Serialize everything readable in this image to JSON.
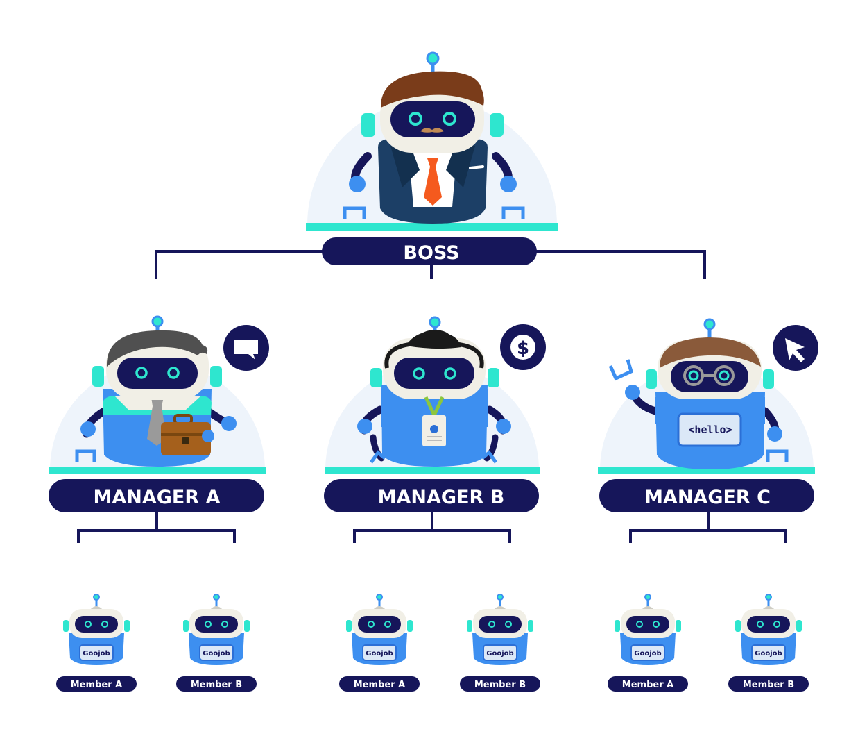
{
  "colors": {
    "navy": "#16165a",
    "blue": "#3d8ff0",
    "blue_dark": "#2b6fd6",
    "teal": "#2ee6cf",
    "cream": "#f1efe6",
    "shadow": "#eef4fb",
    "hair_brown": "#7a3c1a",
    "hair_gray": "#505050",
    "hair_black": "#1a1a1a",
    "hair_light_brown": "#8a5a3a",
    "suit": "#1c3f66",
    "tie_red": "#f55a1e",
    "briefcase": "#a5601c",
    "lanyard": "#8cc63f"
  },
  "boss": {
    "label": "BOSS",
    "mustache_icon": "mustache-icon"
  },
  "managers": [
    {
      "label": "MANAGER A",
      "badge_icon": "speech-bubble-icon",
      "prop_icon": "briefcase-icon"
    },
    {
      "label": "MANAGER B",
      "badge_icon": "dollar-icon",
      "badge_text": "$",
      "prop_icon": "id-badge-icon"
    },
    {
      "label": "MANAGER C",
      "badge_icon": "cursor-arrow-icon",
      "screen_text": "<hello>",
      "prop_icon": "glasses-icon"
    }
  ],
  "members": [
    {
      "label": "Member A",
      "chest_text": "Goojob"
    },
    {
      "label": "Member B",
      "chest_text": "Goojob"
    },
    {
      "label": "Member A",
      "chest_text": "Goojob"
    },
    {
      "label": "Member B",
      "chest_text": "Goojob"
    },
    {
      "label": "Member A",
      "chest_text": "Goojob"
    },
    {
      "label": "Member B",
      "chest_text": "Goojob"
    }
  ]
}
